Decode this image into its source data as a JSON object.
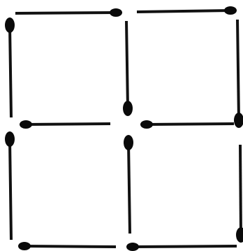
{
  "puzzle": {
    "kind": "matchstick-puzzle",
    "grid": {
      "rows": 2,
      "columns": 2
    },
    "matchstick_count": 12,
    "colors": {
      "background": "#ffffff",
      "stick": "#111111",
      "head": "#0a0a0a"
    },
    "matchsticks": [
      {
        "id": "top-left",
        "orientation": "horizontal",
        "head": "right"
      },
      {
        "id": "top-right",
        "orientation": "horizontal",
        "head": "right"
      },
      {
        "id": "left-upper",
        "orientation": "vertical",
        "head": "top"
      },
      {
        "id": "center-upper",
        "orientation": "vertical",
        "head": "bottom"
      },
      {
        "id": "right-upper",
        "orientation": "vertical",
        "head": "bottom"
      },
      {
        "id": "middle-left",
        "orientation": "horizontal",
        "head": "left"
      },
      {
        "id": "middle-right",
        "orientation": "horizontal",
        "head": "left"
      },
      {
        "id": "left-lower",
        "orientation": "vertical",
        "head": "top"
      },
      {
        "id": "center-lower",
        "orientation": "vertical",
        "head": "top"
      },
      {
        "id": "right-lower",
        "orientation": "vertical",
        "head": "bottom"
      },
      {
        "id": "bottom-left",
        "orientation": "horizontal",
        "head": "left"
      },
      {
        "id": "bottom-right",
        "orientation": "horizontal",
        "head": "left"
      }
    ]
  }
}
